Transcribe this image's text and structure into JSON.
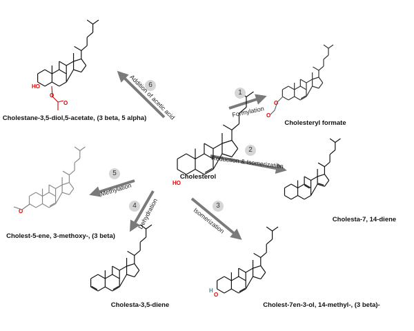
{
  "colors": {
    "arrow": "#7a7a7a",
    "bond": "#111111",
    "faded": "#8a8a8a",
    "hetero": "#e00000",
    "stereo_h": "#2a9a2a"
  },
  "center": {
    "name": "Cholesterol",
    "atoms": [
      "HO"
    ]
  },
  "reactions": [
    {
      "number": "1",
      "label": "Formylation",
      "product": "Cholesteryl formate",
      "atoms": [
        "O",
        "O"
      ]
    },
    {
      "number": "2",
      "label": "Reduction & Isomerization",
      "product": "Cholesta-7, 14-diene",
      "atoms": []
    },
    {
      "number": "3",
      "label": "Isomerization",
      "product": "Cholest-7en-3-ol, 14-methyl-, (3 beta)-",
      "atoms": [
        "H",
        "O"
      ]
    },
    {
      "number": "4",
      "label": "Dehydration",
      "product": "Cholesta-3,5-diene",
      "atoms": []
    },
    {
      "number": "5",
      "label": "Methylation",
      "product": "Cholest-5-ene, 3-methoxy-, (3 beta)",
      "atoms": [
        "O"
      ]
    },
    {
      "number": "6",
      "label": "Addition of acetic acid",
      "product": "Cholestane-3,5-diol,5-acetate, (3 beta, 5 alpha)",
      "atoms": [
        "HO",
        "O",
        "O"
      ]
    }
  ]
}
